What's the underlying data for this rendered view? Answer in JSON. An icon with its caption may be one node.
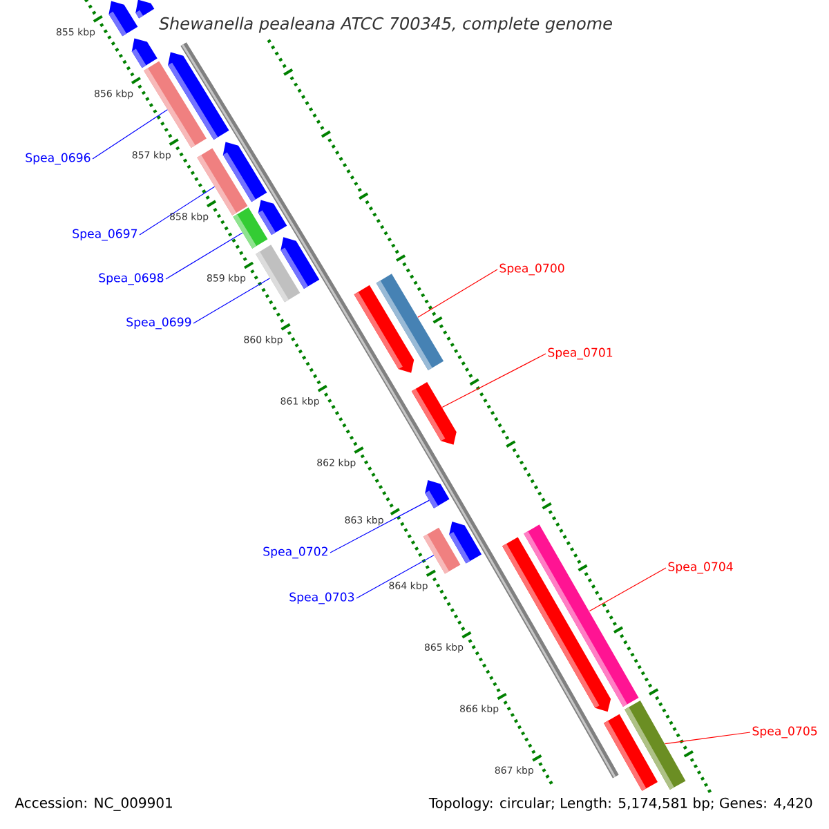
{
  "diagram": {
    "title": "Shewanella pealeana ATCC 700345, complete genome",
    "nodes": [
      {
        "text": [
          "Spea_0696"
        ]
      },
      {
        "text": [
          "Spea_0697"
        ]
      },
      {
        "text": [
          "Spea_0698"
        ]
      },
      {
        "text": [
          "Spea_0699"
        ]
      },
      {
        "text": [
          "Spea_0700"
        ]
      },
      {
        "text": [
          "Spea_0701"
        ]
      },
      {
        "text": [
          "Spea_0702"
        ]
      },
      {
        "text": [
          "Spea_0703"
        ]
      },
      {
        "text": [
          "Spea_0704"
        ]
      },
      {
        "text": [
          "Spea_0705"
        ]
      },
      {
        "text": [],
        "shape": "bar"
      },
      {
        "text": [],
        "shape": "bar"
      },
      {
        "text": [],
        "shape": "bar"
      },
      {
        "text": [],
        "shape": "bar"
      },
      {
        "text": [],
        "shape": "bar"
      },
      {
        "text": [],
        "shape": "bar"
      },
      {
        "text": [],
        "shape": "bar"
      },
      {
        "text": [],
        "shape": "bar"
      },
      {
        "text": [],
        "shape": "bar"
      },
      {
        "text": [],
        "shape": "bar"
      },
      {
        "text": [],
        "shape": "bar"
      },
      {
        "text": [],
        "shape": "bar"
      },
      {
        "text": [],
        "shape": "bar"
      },
      {
        "text": [],
        "shape": "bar"
      },
      {
        "text": [],
        "shape": "bar"
      },
      {
        "text": [],
        "shape": "bar"
      },
      {
        "text": [],
        "shape": "bar"
      },
      {
        "text": [],
        "shape": "bar"
      },
      {
        "text": [],
        "shape": "bar"
      },
      {
        "text": [],
        "shape": "bar"
      },
      {
        "text": [],
        "shape": "bar"
      }
    ],
    "edges": [
      {
        "from": 0,
        "to": 13,
        "arrow": "none"
      },
      {
        "from": 1,
        "to": 15,
        "arrow": "none"
      },
      {
        "from": 2,
        "to": 17,
        "arrow": "none"
      },
      {
        "from": 3,
        "to": 19,
        "arrow": "none"
      },
      {
        "from": 4,
        "to": 22,
        "arrow": "none",
        "color": "#ff0000"
      },
      {
        "from": 5,
        "to": 23,
        "arrow": "none",
        "color": "#ff0000"
      },
      {
        "from": 6,
        "to": 24,
        "arrow": "none"
      },
      {
        "from": 7,
        "to": 25,
        "arrow": "none"
      },
      {
        "from": 8,
        "to": 28,
        "arrow": "none",
        "color": "#ff0000"
      },
      {
        "from": 9,
        "to": 30,
        "arrow": "none",
        "color": "#ff0000"
      }
    ],
    "labels": [
      "855 kbp",
      "856 kbp",
      "857 kbp",
      "858 kbp",
      "859 kbp",
      "860 kbp",
      "861 kbp",
      "862 kbp",
      "863 kbp",
      "864 kbp",
      "865 kbp",
      "866 kbp",
      "867 kbp",
      "Accession: NC_009901",
      "Topology: circular; Length: 5,174,581 bp; Genes: 4,420"
    ]
  }
}
